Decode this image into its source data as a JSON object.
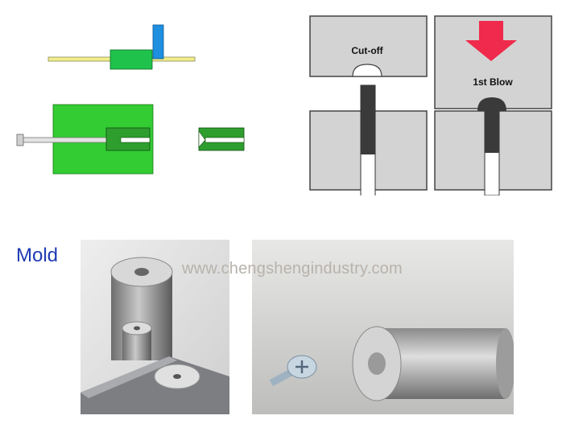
{
  "colors": {
    "rail": "#f2ee8c",
    "blue_bar": "#1f8fe0",
    "green_block": "#1fc24a",
    "die_green": "#33cc33",
    "die_insert": "#2e9e2e",
    "stamp_gray": "#d3d3d3",
    "blow_arrow": "#ef2a4c",
    "mold_label": "#1f3bb3"
  },
  "header_diagram": {
    "cutoff_label": "Cut-off",
    "blow_label": "1st Blow",
    "arrow_icon": "down-arrow-icon"
  },
  "mold_section": {
    "label": "Mold"
  },
  "watermark": {
    "text": "www.chengshengindustry.com"
  }
}
